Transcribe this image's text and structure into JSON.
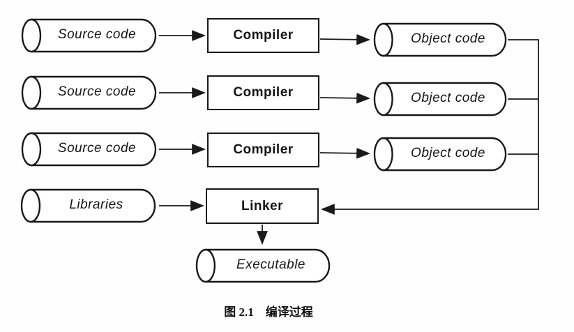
{
  "figure": {
    "caption": "图 2.1　编译过程"
  },
  "diagram": {
    "type": "flowchart",
    "colors": {
      "ink": "#1a1a1a",
      "paper": "#fefefe"
    },
    "nodes": {
      "source1": {
        "label": "Source code",
        "shape": "cylinder"
      },
      "source2": {
        "label": "Source code",
        "shape": "cylinder"
      },
      "source3": {
        "label": "Source code",
        "shape": "cylinder"
      },
      "compiler1": {
        "label": "Compiler",
        "shape": "box"
      },
      "compiler2": {
        "label": "Compiler",
        "shape": "box"
      },
      "compiler3": {
        "label": "Compiler",
        "shape": "box"
      },
      "object1": {
        "label": "Object code",
        "shape": "cylinder"
      },
      "object2": {
        "label": "Object code",
        "shape": "cylinder"
      },
      "object3": {
        "label": "Object code",
        "shape": "cylinder"
      },
      "libraries": {
        "label": "Libraries",
        "shape": "cylinder"
      },
      "linker": {
        "label": "Linker",
        "shape": "box"
      },
      "executable": {
        "label": "Executable",
        "shape": "cylinder"
      }
    },
    "edges": [
      {
        "from": "source1",
        "to": "compiler1"
      },
      {
        "from": "source2",
        "to": "compiler2"
      },
      {
        "from": "source3",
        "to": "compiler3"
      },
      {
        "from": "compiler1",
        "to": "object1"
      },
      {
        "from": "compiler2",
        "to": "object2"
      },
      {
        "from": "compiler3",
        "to": "object3"
      },
      {
        "from": "object1",
        "to": "linker"
      },
      {
        "from": "object2",
        "to": "linker"
      },
      {
        "from": "object3",
        "to": "linker"
      },
      {
        "from": "libraries",
        "to": "linker"
      },
      {
        "from": "linker",
        "to": "executable"
      }
    ]
  }
}
